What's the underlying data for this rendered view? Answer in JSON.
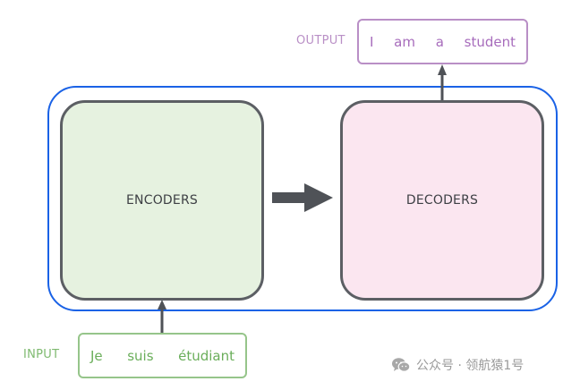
{
  "encoder": {
    "label": "ENCODERS"
  },
  "decoder": {
    "label": "DECODERS"
  },
  "input": {
    "label": "INPUT",
    "words": [
      "Je",
      "suis",
      "étudiant"
    ]
  },
  "output": {
    "label": "OUTPUT",
    "words": [
      "I",
      "am",
      "a",
      "student"
    ]
  },
  "watermark": {
    "text": "公众号 · 领航猿1号",
    "icon": "wechat-icon"
  },
  "colors": {
    "container_border": "#1a62e6",
    "block_border": "#5c5f64",
    "encoder_fill": "#e6f2e0",
    "decoder_fill": "#fbe6f0",
    "input_accent": "#7fba70",
    "output_accent": "#b98fc6",
    "arrow": "#4f5257"
  }
}
